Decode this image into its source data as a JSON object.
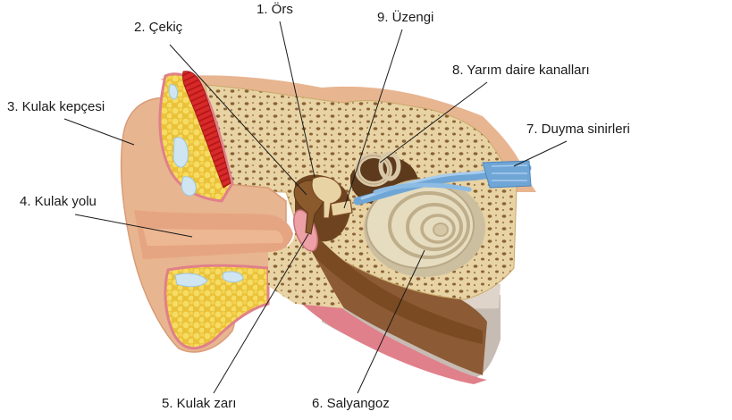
{
  "diagram": {
    "labels": {
      "ors": "1. Örs",
      "cekic": "2. Çekiç",
      "kulak_kepcesi": "3. Kulak kepçesi",
      "kulak_yolu": "4. Kulak yolu",
      "kulak_zari": "5. Kulak zarı",
      "salyangoz": "6. Salyangoz",
      "duyma_sinirleri": "7. Duyma sinirleri",
      "yarim_daire_kanallari": "8. Yarım daire kanalları",
      "uzengi": "9. Üzengi"
    },
    "colors": {
      "skin": "#e8b591",
      "skin_dark": "#d99c76",
      "bone": "#e8d3a4",
      "bone_pore": "#8a6236",
      "fat": "#f2d24a",
      "cartilage_blue": "#cfe6f2",
      "tissue_pink": "#e0808a",
      "muscle_red": "#d92a2a",
      "ossicle_brown": "#7a4a22",
      "cochlea": "#e6dcc0",
      "nerve_blue": "#6fa6d6",
      "canal_wall": "#c4a884",
      "leader_line": "#1a1a1a"
    }
  }
}
